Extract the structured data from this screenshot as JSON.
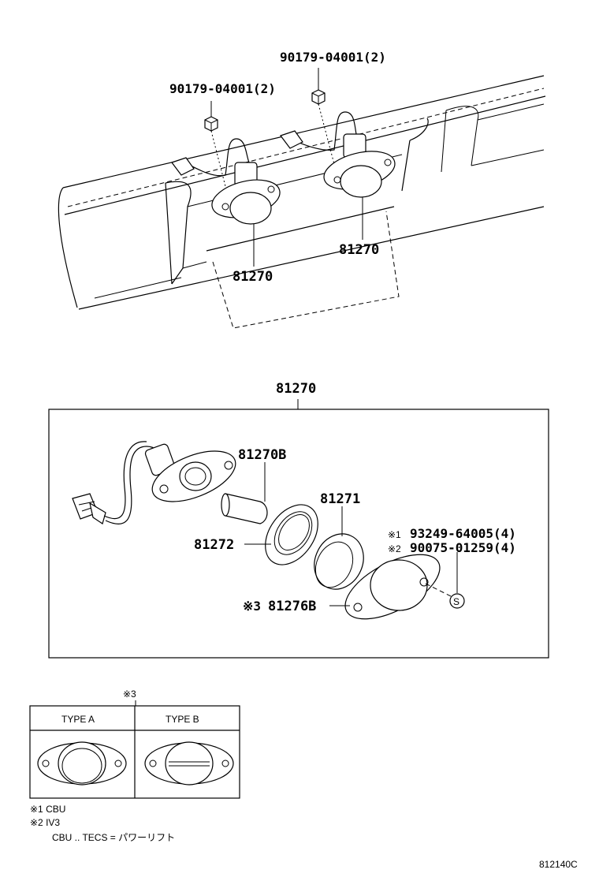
{
  "top_callouts": {
    "nut_left": "90179-04001(2)",
    "nut_right": "90179-04001(2)",
    "lamp_left": "81270",
    "lamp_right": "81270"
  },
  "assembly": {
    "title": "81270",
    "bulb": "81270B",
    "lens": "81271",
    "gasket": "81272",
    "housing_mark": "※3",
    "housing": "81276B",
    "screw1_mark": "※1",
    "screw1": "93249-64005(4)",
    "screw2_mark": "※2",
    "screw2": "90075-01259(4)",
    "s_symbol": "S"
  },
  "type_table": {
    "mark": "※3",
    "col_a": "TYPE A",
    "col_b": "TYPE B"
  },
  "notes": {
    "n1": "※1 CBU",
    "n2": "※2 IV3",
    "n3": "CBU .. TECS = パワーリフト"
  },
  "ref_code": "812140C"
}
